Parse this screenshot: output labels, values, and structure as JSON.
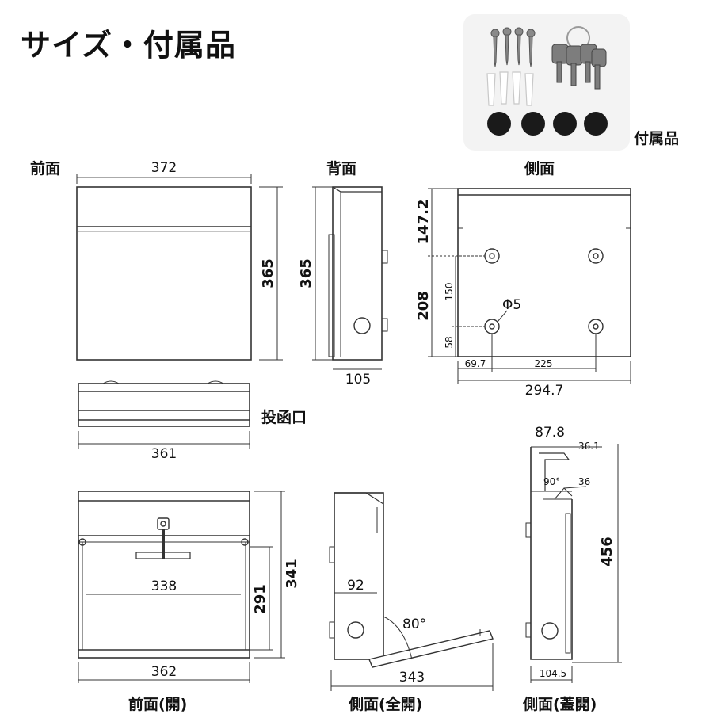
{
  "page": {
    "title": "サイズ・付属品",
    "accessories_label": "付属品"
  },
  "views": {
    "front": "前面",
    "back": "背面",
    "side": "側面",
    "slot": "投函口",
    "front_open": "前面(開)",
    "side_full_open": "側面(全開)",
    "side_lid_open": "側面(蓋開)"
  },
  "dimensions": {
    "front_width": "372",
    "front_height": "365",
    "back_height": "365",
    "back_depth": "105",
    "side_top_offset": "147.2",
    "side_hole_span": "208",
    "side_hole_vertical": "150",
    "side_hole_bottom": "58",
    "side_hole_dia": "Φ5",
    "side_hole_left": "69.7",
    "side_hole_horizontal": "225",
    "side_width": "294.7",
    "slot_width": "361",
    "open_inner_width": "338",
    "open_inner_height": "291",
    "open_height": "341",
    "open_width": "362",
    "full_open_inner": "92",
    "full_open_angle": "80°",
    "full_open_length": "343",
    "lid_top": "87.8",
    "lid_top_small": "36.1",
    "lid_angle": "90°",
    "lid_tab": "36",
    "lid_height": "456",
    "lid_bottom": "104.5"
  },
  "accessories": {
    "screws": 4,
    "anchors": 4,
    "keys": 4,
    "rubber_feet": 4
  }
}
